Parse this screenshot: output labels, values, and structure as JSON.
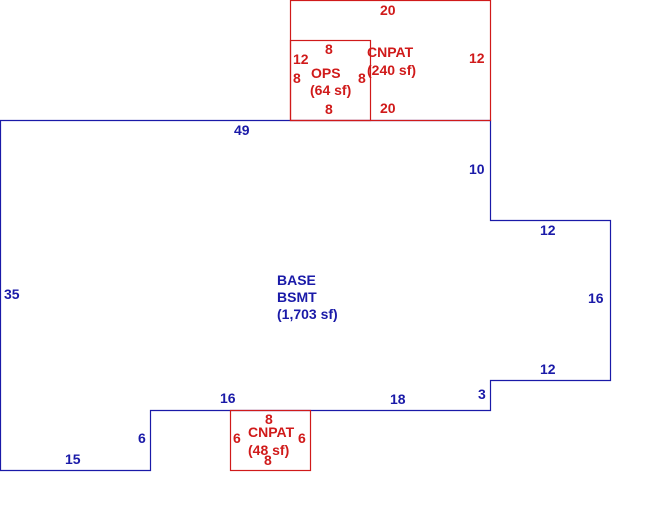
{
  "colors": {
    "base": "#1a1aa8",
    "addition": "#d01a1a",
    "background": "#ffffff"
  },
  "base": {
    "name1": "BASE",
    "name2": "BSMT",
    "area": "(1,703 sf)",
    "dims": {
      "top": "49",
      "left": "35",
      "right_upper": "10",
      "step_top": "12",
      "right_lower": "16",
      "step_bottom": "12",
      "notch": "3",
      "bottom_right": "18",
      "bottom_mid": "16",
      "bottom_step": "6",
      "bottom_left": "15"
    }
  },
  "cnpat_top": {
    "name": "CNPAT",
    "area": "(240 sf)",
    "dims": {
      "top": "20",
      "left": "12",
      "right": "12",
      "bottom": "20"
    }
  },
  "ops": {
    "name": "OPS",
    "area": "(64 sf)",
    "dims": {
      "top": "8",
      "left": "8",
      "right": "8",
      "bottom": "8"
    }
  },
  "cnpat_bottom": {
    "name": "CNPAT",
    "area": "(48 sf)",
    "dims": {
      "top": "8",
      "left": "6",
      "right": "6",
      "bottom": "8"
    }
  }
}
